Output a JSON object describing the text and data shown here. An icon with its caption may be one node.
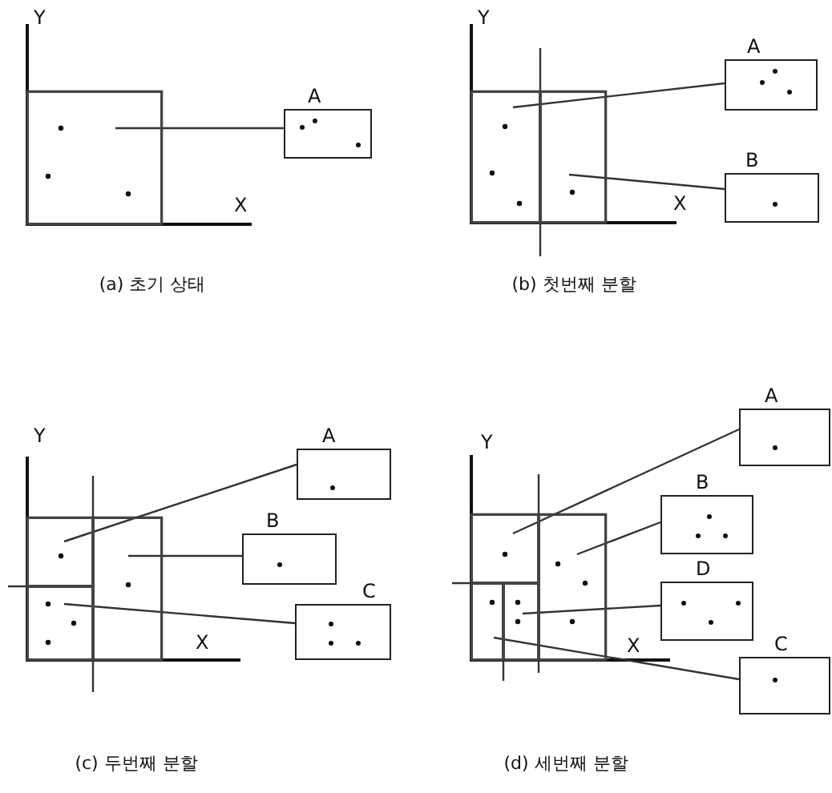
{
  "diagram": {
    "nodes": [
      {
        "text": [
          "A"
        ]
      },
      {
        "text": [
          "A"
        ]
      },
      {
        "text": [
          "B"
        ]
      },
      {
        "text": [
          "A"
        ]
      },
      {
        "text": [
          "B"
        ]
      },
      {
        "text": [
          "C"
        ]
      },
      {
        "text": [
          "A"
        ]
      },
      {
        "text": [
          "B"
        ]
      },
      {
        "text": [
          "D"
        ]
      },
      {
        "text": [
          "C"
        ]
      },
      {
        "text": [],
        "shape": "box"
      },
      {
        "text": [],
        "shape": "box"
      },
      {
        "text": [],
        "shape": "box"
      },
      {
        "text": [],
        "shape": "box"
      },
      {
        "text": [],
        "shape": "box"
      },
      {
        "text": [],
        "shape": "box"
      },
      {
        "text": [],
        "shape": "box"
      },
      {
        "text": [],
        "shape": "box"
      },
      {
        "text": [],
        "shape": "box"
      },
      {
        "text": [],
        "shape": "box"
      }
    ],
    "edges": [
      {
        "from": 10,
        "to": 0,
        "arrow": "none"
      },
      {
        "from": 11,
        "to": 1,
        "arrow": "none"
      },
      {
        "from": 12,
        "to": 2,
        "arrow": "none"
      },
      {
        "from": 13,
        "to": 3,
        "arrow": "none"
      },
      {
        "from": 14,
        "to": 4,
        "arrow": "none"
      },
      {
        "from": 15,
        "to": 5,
        "arrow": "none"
      },
      {
        "from": 16,
        "to": 6,
        "arrow": "none"
      },
      {
        "from": 17,
        "to": 7,
        "arrow": "none"
      },
      {
        "from": 18,
        "to": 8,
        "arrow": "none"
      },
      {
        "from": 19,
        "to": 9,
        "arrow": "none"
      }
    ],
    "labels": [
      "Y",
      "Y",
      "X",
      "X",
      "(a) 초기 상태",
      "(b) 첫번째 분할",
      "Y",
      "Y",
      "X",
      "X",
      "(c) 두번째 분할",
      "(d) 세번째 분할"
    ]
  }
}
